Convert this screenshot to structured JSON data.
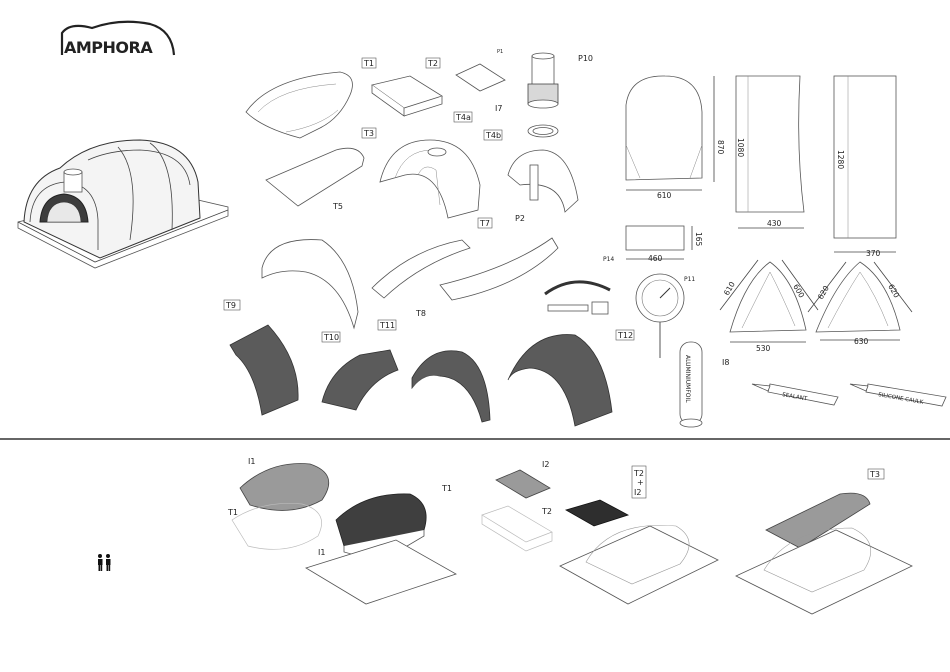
{
  "brand": {
    "logo_text": "AMPHORA"
  },
  "parts": {
    "t1": "T1",
    "t2": "T2",
    "t3": "T3",
    "t4a": "T4a",
    "t4b": "T4b",
    "t5": "T5",
    "t7": "T7",
    "t8": "T8",
    "t9": "T9",
    "t10": "T10",
    "t11": "T11",
    "t12": "T12",
    "p1": "P1",
    "p2": "P2",
    "p10": "P10",
    "p11": "P11",
    "p14": "P14",
    "i7": "I7",
    "i8": "I8"
  },
  "dims": {
    "d870": "870",
    "d610": "610",
    "d1080": "1080",
    "d430": "430",
    "d1280": "1280",
    "d370": "370",
    "d165": "165",
    "d460": "460",
    "d610b": "610",
    "d600": "600",
    "d530": "530",
    "d620": "620",
    "d620b": "620",
    "d630": "630"
  },
  "labels": {
    "aluminium_foil": "ALUMINIUMFOIL",
    "sealant": "SEALANT",
    "silicone_caulk": "SILICONE CAULK"
  },
  "steps": {
    "s1_i1_top": "I1",
    "s1_t1": "T1",
    "s1_t1b": "T1",
    "s1_i1_bottom": "I1",
    "s2_i2": "I2",
    "s2_t2": "T2",
    "s2_combo": [
      "T2",
      "+",
      "I2"
    ],
    "s3_t3": "T3"
  },
  "colors": {
    "dark_part": "#5b5b5b",
    "mid_part": "#9a9a9a",
    "line": "#444444"
  }
}
